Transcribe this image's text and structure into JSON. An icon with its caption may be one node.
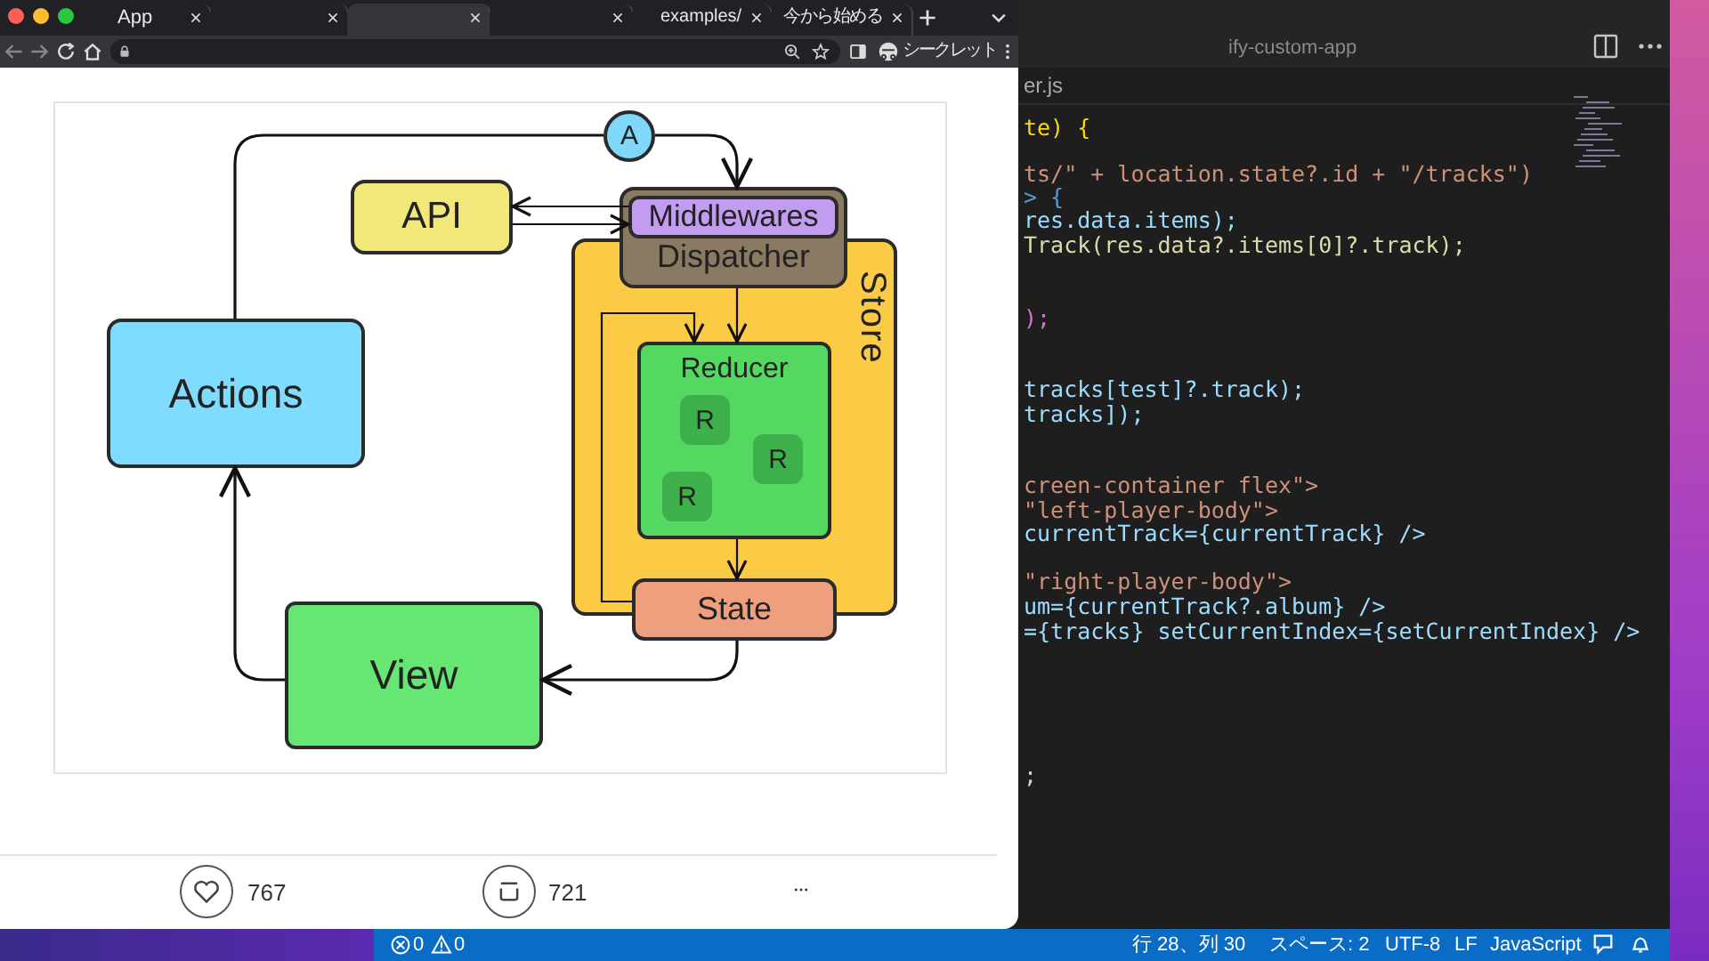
{
  "diagram": {
    "nodes": [
      {
        "text": [
          "A"
        ]
      },
      {
        "text": [
          "API"
        ]
      },
      {
        "text": [
          "Store"
        ]
      },
      {
        "text": [
          "Dispatcher"
        ]
      },
      {
        "text": [
          "Middlewares"
        ],
        "in": 3
      },
      {
        "text": [
          "Reducer"
        ],
        "in": 2
      },
      {
        "text": [
          "R"
        ],
        "in": 5
      },
      {
        "text": [
          "R"
        ],
        "in": 5
      },
      {
        "text": [
          "R"
        ],
        "in": 5
      },
      {
        "text": [
          "State"
        ]
      },
      {
        "text": [
          "Actions"
        ]
      },
      {
        "text": [
          "View"
        ]
      }
    ],
    "edges": [
      {
        "from": 10,
        "to": 0,
        "arrow": "none"
      },
      {
        "from": 0,
        "to": 3,
        "arrow": "to"
      },
      {
        "from": 4,
        "to": 1,
        "arrow": "to"
      },
      {
        "from": 1,
        "to": 4,
        "arrow": "to"
      },
      {
        "from": 3,
        "to": 5,
        "arrow": "to"
      },
      {
        "from": 9,
        "to": 5,
        "arrow": "to"
      },
      {
        "from": 5,
        "to": 9,
        "arrow": "to"
      },
      {
        "from": 9,
        "to": 11,
        "arrow": "to"
      },
      {
        "from": 11,
        "to": 10,
        "arrow": "to"
      }
    ],
    "labels": [
      "App",
      "examples/",
      "今から始める",
      "シークレット",
      "ify-custom-app",
      "er.js",
      "te) {",
      "ts/\" + location.state?.id + \"/tracks\")",
      "> {",
      "res.data.items);",
      "Track(res.data?.items[0]?.track);",
      ");",
      "tracks[test]?.track);",
      "tracks]);",
      "creen-container flex\">",
      "\"left-player-body\">",
      "currentTrack={currentTrack} />",
      "\"right-player-body\">",
      "um={currentTrack?.album} />",
      "={tracks} setCurrentIndex={setCurrentIndex} />",
      ";",
      "767",
      "721",
      "0",
      "0",
      "行 28、列 30",
      "スペース: 2",
      "UTF-8",
      "LF",
      "JavaScript"
    ]
  }
}
